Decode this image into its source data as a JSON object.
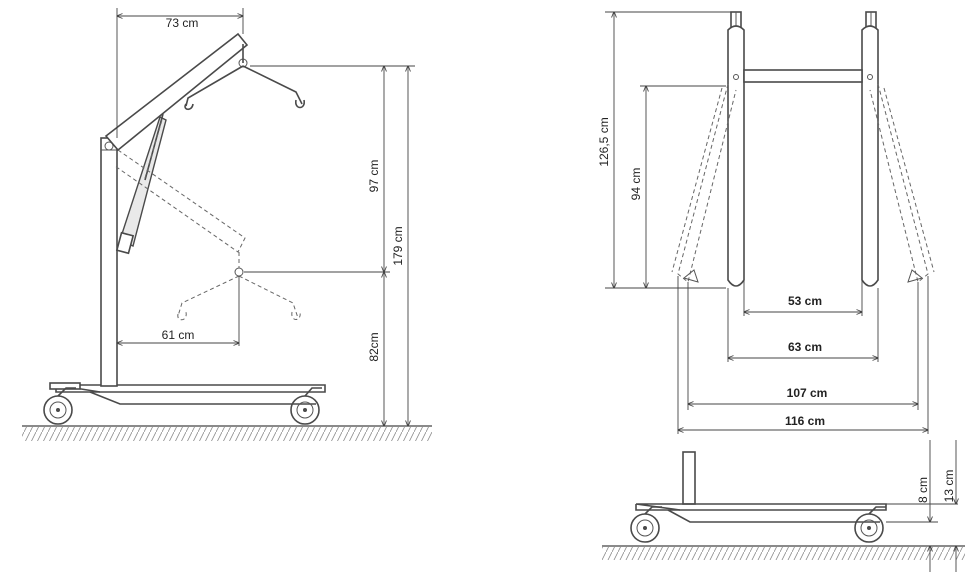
{
  "side_view": {
    "dim_reach": "73 cm",
    "dim_upper": "97 cm",
    "dim_total_height": "179 cm",
    "dim_lower": "82cm",
    "dim_low_reach": "61 cm"
  },
  "front_view": {
    "dim_mast_height": "126,5 cm",
    "dim_leg_height": "94 cm",
    "dim_inner_min": "53 cm",
    "dim_outer_min": "63 cm",
    "dim_inner_max": "107 cm",
    "dim_outer_max": "116 cm"
  },
  "base_view": {
    "dim_clearance": "8 cm",
    "dim_base_height": "13 cm"
  },
  "colors": {
    "line": "#4a4a4a",
    "background": "#ffffff"
  }
}
